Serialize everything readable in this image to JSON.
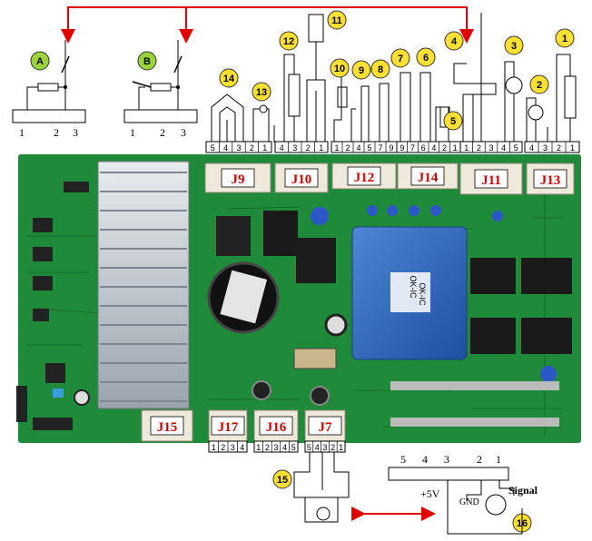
{
  "colors": {
    "board": "#1f8a3a",
    "board_dark": "#166e2c",
    "bubble_yellow": "#ffe033",
    "bubble_green": "#9ad43a",
    "arrow_red": "#e00000",
    "transformer": "#2a62b8",
    "connector_label": "#cc0000"
  },
  "switch_a": {
    "label": "A",
    "pins": [
      "1",
      "2",
      "3"
    ]
  },
  "switch_b": {
    "label": "B",
    "pins": [
      "1",
      "2",
      "3"
    ]
  },
  "components": [
    {
      "number": "1"
    },
    {
      "number": "2"
    },
    {
      "number": "3"
    },
    {
      "number": "4"
    },
    {
      "number": "5"
    },
    {
      "number": "6"
    },
    {
      "number": "7"
    },
    {
      "number": "8"
    },
    {
      "number": "9"
    },
    {
      "number": "10"
    },
    {
      "number": "11"
    },
    {
      "number": "12"
    },
    {
      "number": "13"
    },
    {
      "number": "14"
    },
    {
      "number": "15"
    },
    {
      "number": "16"
    }
  ],
  "connectors": {
    "J9": {
      "label": "J9",
      "pins": [
        "5",
        "4",
        "3",
        "2",
        "1"
      ]
    },
    "J10": {
      "label": "J10",
      "pins": [
        "4",
        "3",
        "2",
        "1"
      ]
    },
    "J12": {
      "label": "J12",
      "pins": [
        "1",
        "2",
        "4",
        "5",
        "7",
        "9"
      ]
    },
    "J14": {
      "label": "J14",
      "pins": [
        "9",
        "7",
        "6",
        "4",
        "2",
        "1"
      ]
    },
    "J11": {
      "label": "J11",
      "pins": [
        "1",
        "2",
        "3",
        "4",
        "5"
      ]
    },
    "J13": {
      "label": "J13",
      "pins": [
        "4",
        "3",
        "2",
        "1"
      ]
    },
    "J15": {
      "label": "J15",
      "pins": []
    },
    "J17": {
      "label": "J17",
      "pins": [
        "1",
        "2",
        "3",
        "4"
      ]
    },
    "J16": {
      "label": "J16",
      "pins": [
        "1",
        "2",
        "3",
        "4",
        "5"
      ]
    },
    "J7": {
      "label": "J7",
      "pins": [
        "5",
        "4",
        "3",
        "2",
        "1"
      ]
    }
  },
  "transformer_text": [
    "OK-IC",
    "OK-IC"
  ],
  "sensor": {
    "pins": [
      "5",
      "4",
      "3",
      "2",
      "1"
    ],
    "supply_label": "+5V",
    "ground_label": "GND",
    "signal_label": "Signal"
  }
}
